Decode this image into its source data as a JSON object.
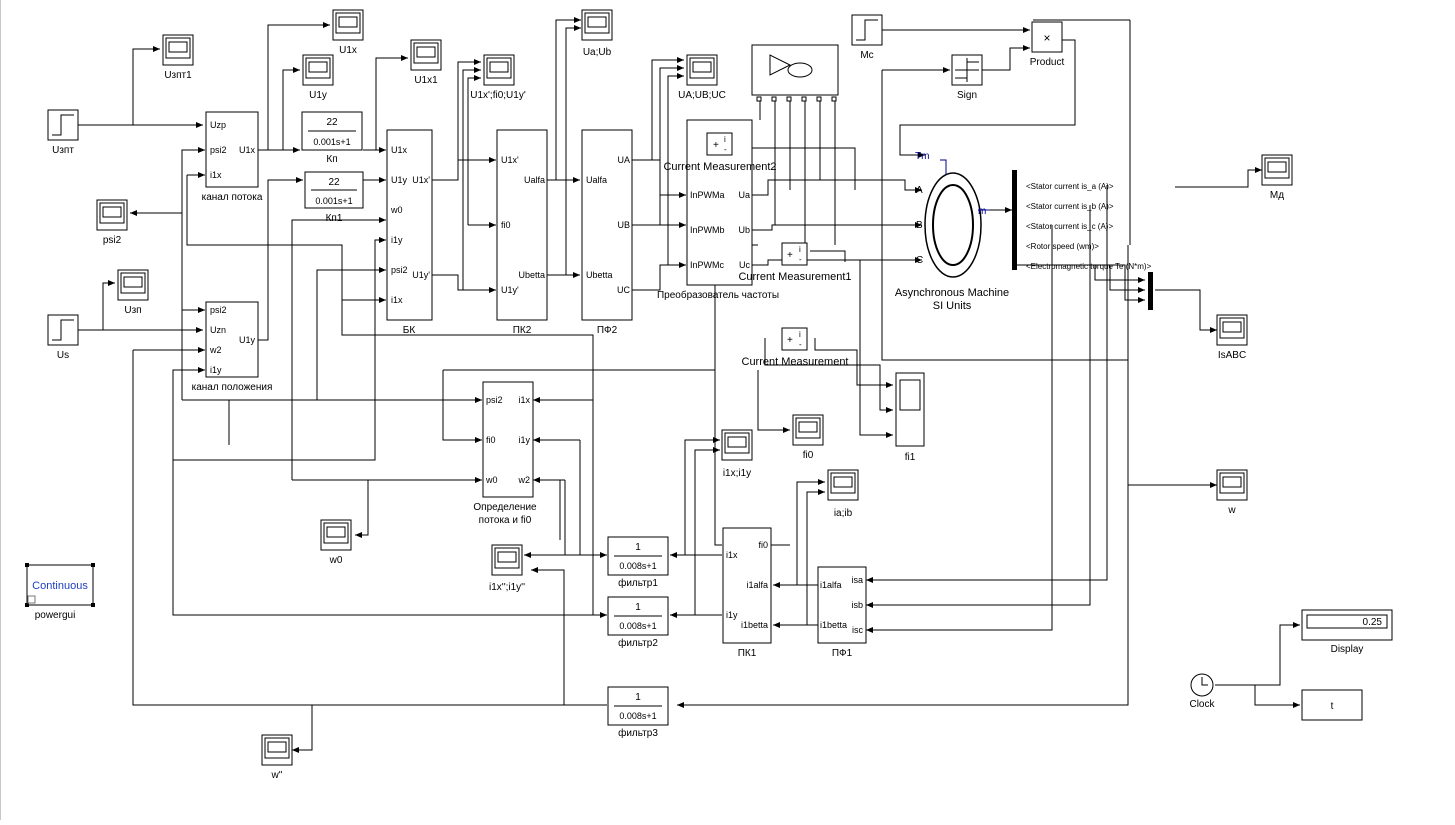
{
  "model": {
    "blocks": {
      "usnt": {
        "name": "Uзпт"
      },
      "usnt1": {
        "name": "Uзпт1"
      },
      "us": {
        "name": "Us"
      },
      "usp": {
        "name": "Uзп"
      },
      "psi2": {
        "name": "psi2"
      },
      "kanal_potoka": {
        "name": "канал потока",
        "in": [
          "Uzp",
          "psi2",
          "i1x"
        ],
        "out": [
          "U1x"
        ]
      },
      "kanal_polozheniya": {
        "name": "канал положения",
        "in": [
          "psi2",
          "Uzn",
          "w2",
          "i1y"
        ],
        "out": [
          "U1y"
        ]
      },
      "u1x": {
        "name": "U1x"
      },
      "u1y": {
        "name": "U1y"
      },
      "u1x1": {
        "name": "U1x1"
      },
      "kp": {
        "name": "Кп",
        "num": "22",
        "den": "0.001s+1"
      },
      "kp1": {
        "name": "Кп1",
        "num": "22",
        "den": "0.001s+1"
      },
      "bk": {
        "name": "БК",
        "in": [
          "U1x",
          "U1y",
          "w0",
          "i1y",
          "psi2",
          "i1x"
        ],
        "out": [
          "U1x'",
          "U1y'"
        ]
      },
      "scope_u1x_fi0_u1y": {
        "name": "U1x';fi0;U1y'"
      },
      "pk2": {
        "name": "ПК2",
        "in": [
          "U1x'",
          "fi0",
          "U1y'"
        ],
        "out": [
          "Ualfa",
          "Ubetta"
        ]
      },
      "uaub": {
        "name": "Ua;Ub"
      },
      "pf2": {
        "name": "ПФ2",
        "in": [
          "Ualfa",
          "Ubetta"
        ],
        "out": [
          "UA",
          "UB",
          "UC"
        ]
      },
      "uaubuc": {
        "name": "UA;UB;UC"
      },
      "converter": {
        "name": "Преобразователь частоты",
        "in": [
          "InPWMa",
          "InPWMb",
          "InPWMc"
        ],
        "out": [
          "Ua",
          "Ub",
          "Uc"
        ]
      },
      "cm1": {
        "name": "Current Measurement1"
      },
      "cm2": {
        "name": "Current Measurement2"
      },
      "cm3": {
        "name": "Current Measurement"
      },
      "machine": {
        "name_line1": "Asynchronous Machine",
        "name_line2": "SI Units",
        "tm": "Tm",
        "m": "m",
        "ports": [
          "A",
          "B",
          "C"
        ]
      },
      "mc": {
        "name": "Mc"
      },
      "sign": {
        "name": "Sign"
      },
      "product": {
        "name": "Product",
        "symbol": "×"
      },
      "md": {
        "name": "Мд"
      },
      "isabc": {
        "name": "IsABC"
      },
      "w": {
        "name": "w"
      },
      "fi1": {
        "name": "fi1"
      },
      "fi0": {
        "name": "fi0"
      },
      "opredelenie": {
        "name_line1": "Определение",
        "name_line2": "потока и fi0",
        "in": [
          "psi2",
          "fi0",
          "w0"
        ],
        "out": [
          "i1x",
          "i1y",
          "w2"
        ]
      },
      "i1xi1y": {
        "name": "i1x;i1y"
      },
      "iaib": {
        "name": "ia;ib"
      },
      "w0": {
        "name": "w0"
      },
      "i1xi1y2": {
        "name": "i1x'';i1y''"
      },
      "filtr1": {
        "name": "фильтр1",
        "num": "1",
        "den": "0.008s+1"
      },
      "filtr2": {
        "name": "фильтр2",
        "num": "1",
        "den": "0.008s+1"
      },
      "filtr3": {
        "name": "фильтр3",
        "num": "1",
        "den": "0.008s+1"
      },
      "pk1": {
        "name": "ПК1",
        "in": [
          "i1x",
          "i1y"
        ],
        "out": [
          "fi0",
          "i1alfa",
          "i1betta"
        ]
      },
      "pf1": {
        "name": "ПФ1",
        "in": [
          "i1alfa",
          "i1betta"
        ],
        "out": [
          "isa",
          "isb",
          "isc"
        ]
      },
      "w_dbl": {
        "name": "w''"
      },
      "powergui": {
        "name": "powergui",
        "label": "Continuous"
      },
      "clock": {
        "name": "Clock"
      },
      "display": {
        "name": "Display",
        "value": "0.25"
      },
      "t": {
        "name": "t"
      }
    },
    "bus_signals": [
      "<Stator current is_a (A)>",
      "<Stator current is_b (A)>",
      "<Stator current is_c (A)>",
      "<Rotor speed (wm)>",
      "<Electromagnetic torque Te (N*m)>"
    ]
  },
  "colors": {
    "line": "#000000",
    "block_fill": "#ffffff",
    "machine_blue": "#00008b",
    "powergui_blue": "#1f3fbf"
  }
}
